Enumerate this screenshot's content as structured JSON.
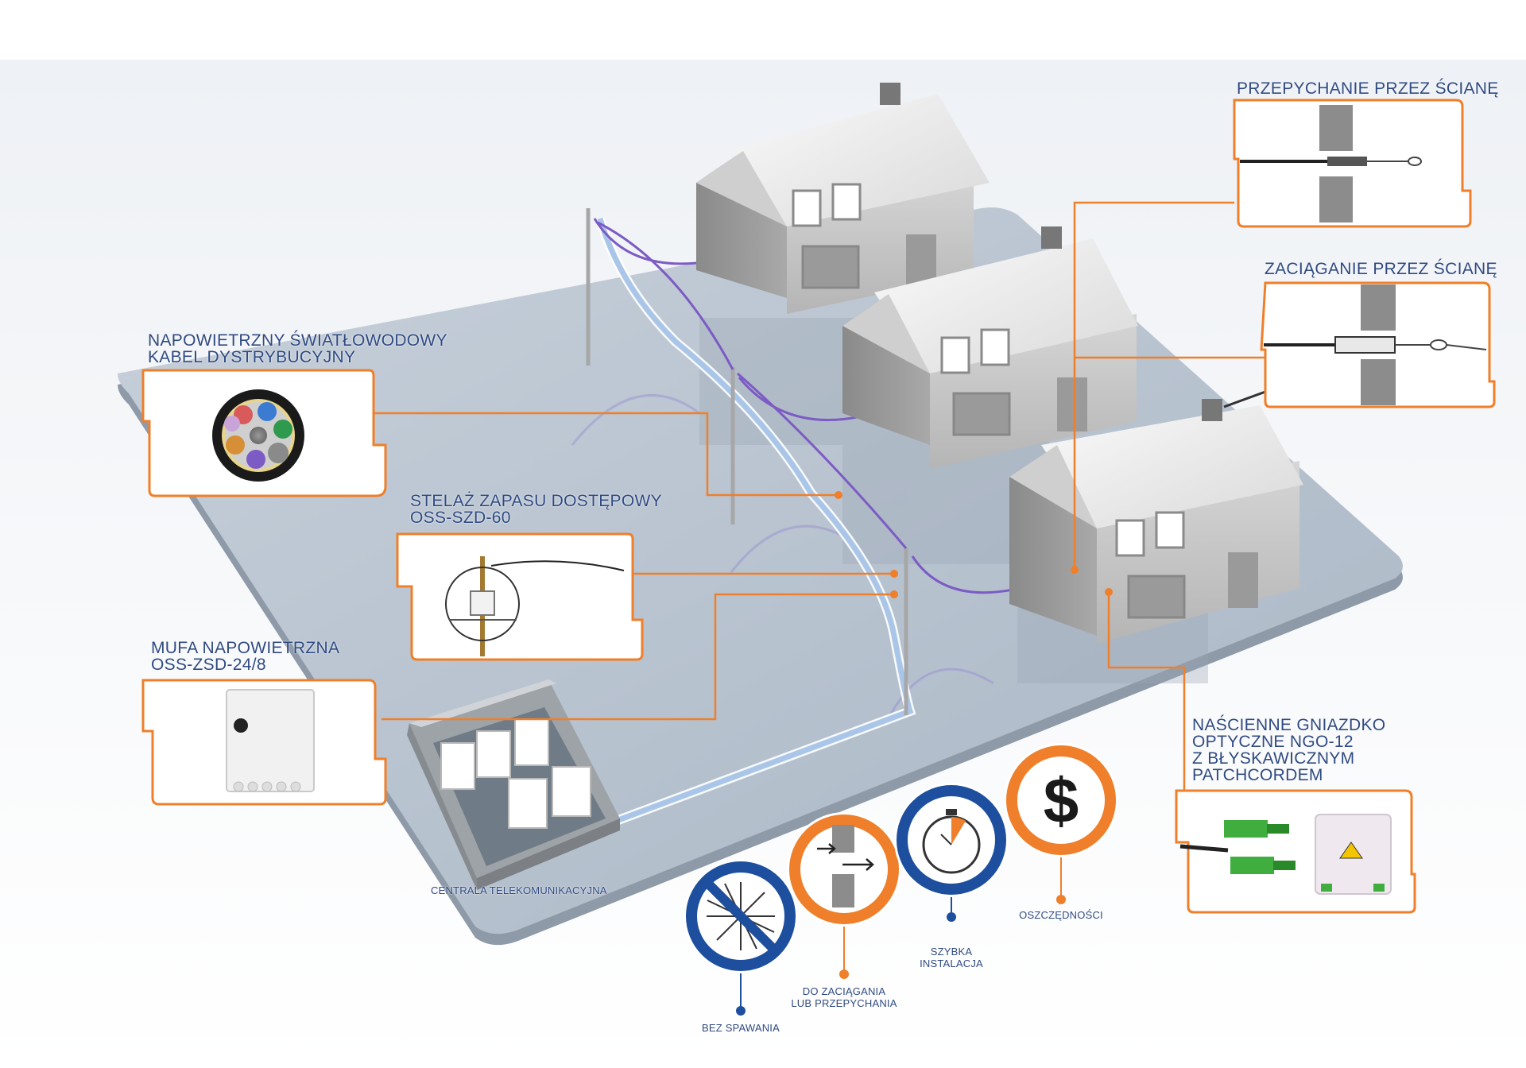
{
  "callouts": {
    "push_through_wall": "PRZEPYCHANIE PRZEZ ŚCIANĘ",
    "pull_through_wall": "ZACIĄGANIE PRZEZ ŚCIANĘ",
    "aerial_cable": [
      "NAPOWIETRZNY ŚWIATŁOWODOWY",
      "KABEL DYSTRYBUCYJNY"
    ],
    "reserve_rack": [
      "STELAŻ ZAPASU DOSTĘPOWY",
      "OSS-SZD-60"
    ],
    "aerial_closure": [
      "MUFA NAPOWIETRZNA",
      "OSS-ZSD-24/8"
    ],
    "wall_socket": [
      "NAŚCIENNE GNIAZDKO",
      "OPTYCZNE NGO-12",
      "Z BŁYSKAWICZNYM",
      "PATCHCORDEM"
    ],
    "exchange": "CENTRALA TELEKOMUNIKACYJNA"
  },
  "features": [
    {
      "label": [
        "BEZ SPAWANIA"
      ],
      "icon": "no-splicing-icon",
      "ring_color": "#1d4f9e"
    },
    {
      "label": [
        "DO ZACIĄGANIA",
        "LUB PRZEPYCHANIA"
      ],
      "icon": "push-pull-icon",
      "ring_color": "#ef7f2a"
    },
    {
      "label": [
        "SZYBKA",
        "INSTALACJA"
      ],
      "icon": "stopwatch-icon",
      "ring_color": "#1d4f9e"
    },
    {
      "label": [
        "OSZCZĘDNOŚCI"
      ],
      "icon": "dollar-icon",
      "ring_color": "#ef7f2a"
    }
  ],
  "dollar_symbol": "$",
  "colors": {
    "accent_orange": "#ef7f2a",
    "accent_blue": "#1d4f9e",
    "text_blue": "#2f4a82",
    "platform": "#bcc7d3",
    "cable": "#7c5bc4"
  }
}
